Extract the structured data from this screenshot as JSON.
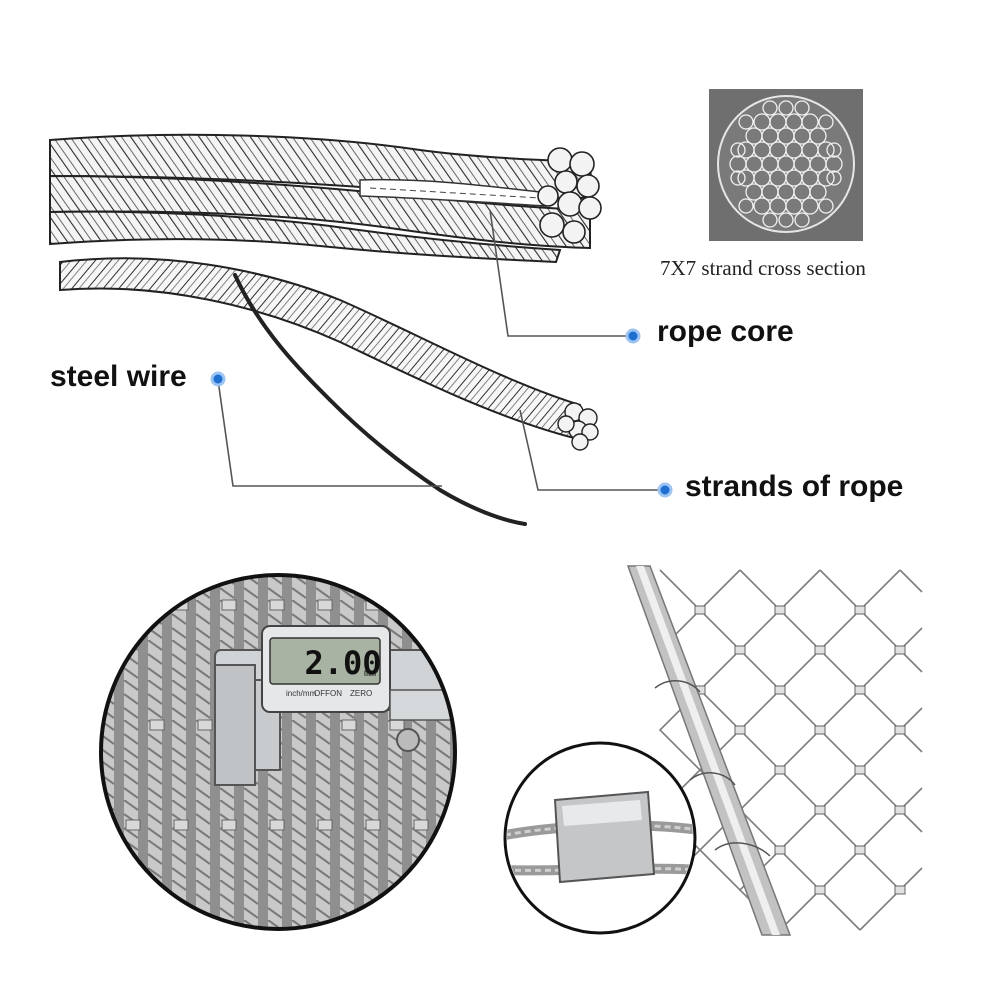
{
  "labels": {
    "rope_core": "rope core",
    "steel_wire": "steel wire",
    "strands_of_rope": "strands of rope",
    "cross_section_caption": "7X7 strand cross section"
  },
  "caliper": {
    "reading": "2.00",
    "unit": "mm",
    "buttons": [
      "inch/mm",
      "OFF",
      "ON",
      "ZERO"
    ]
  },
  "colors": {
    "marker_blue": "#1f6fd1",
    "leader_line": "#555555",
    "steel": "#a9a9a9",
    "rope_ink": "#333333",
    "section_bg": "#6f6f6f"
  }
}
